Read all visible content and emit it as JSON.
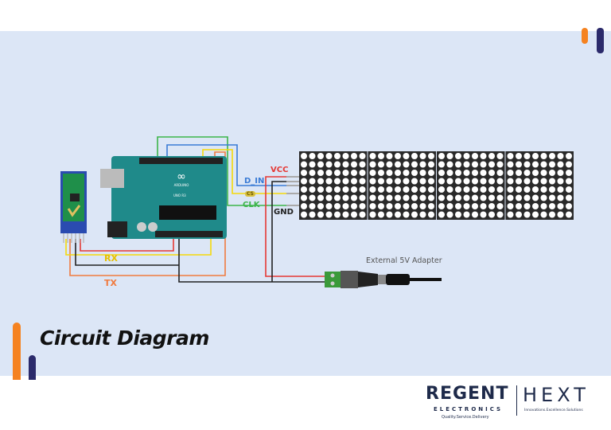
{
  "title": "Circuit Diagram",
  "labels": {
    "vcc": "VCC",
    "d_in": "D_IN",
    "cs": "CS",
    "clk": "CLK",
    "gnd": "GND",
    "rx": "RX",
    "tx": "TX",
    "adapter": "External 5V Adapter"
  },
  "arduino": {
    "brand": "ARDUINO",
    "model": "UNO R3"
  },
  "logo": {
    "regent": "REGENT",
    "electronics": "ELECTRONICS",
    "regent_tagline": "Quality.Service.Delivery",
    "hext": "HEXT",
    "hext_tagline": "Innovations.Excellence.Solutions"
  },
  "colors": {
    "background": "#dce6f6",
    "accent_orange": "#f58220",
    "accent_navy": "#2b2a6b",
    "wire_red": "#e53935",
    "wire_yellow": "#f5d90a",
    "wire_green": "#3cb54a",
    "wire_blue": "#3a7bd5",
    "wire_orange": "#f07b3f",
    "wire_black": "#222222",
    "matrix": "#2a2a2a",
    "board": "#1f8a8a"
  },
  "matrix": {
    "modules": 4,
    "rows": 8,
    "cols": 8
  }
}
